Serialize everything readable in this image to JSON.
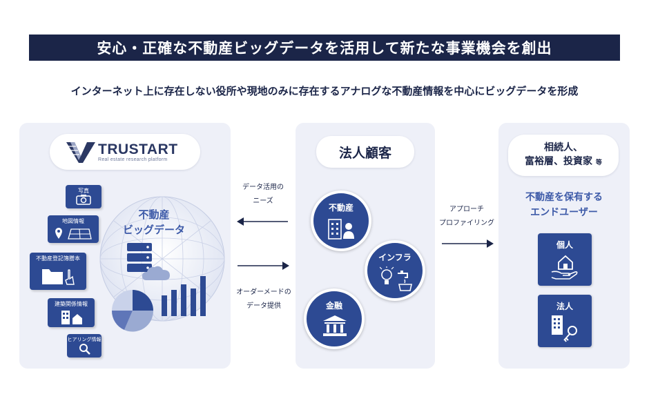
{
  "header": {
    "title": "安心・正確な不動産ビッグデータを活用して新たな事業機会を創出",
    "subtitle": "インターネット上に存在しない役所や現地のみに存在するアナログな不動産情報を中心にビッグデータを形成"
  },
  "left": {
    "logo_name": "TRUSTART",
    "logo_tagline": "Real estate research platform",
    "bigdata_line1": "不動産",
    "bigdata_line2": "ビッグデータ",
    "sources": [
      {
        "label": "写真",
        "icon": "camera-icon"
      },
      {
        "label": "地図情報",
        "icon": "map-icon"
      },
      {
        "label": "不動産登記簿謄本",
        "icon": "folder-icon"
      },
      {
        "label": "建築関係情報",
        "icon": "building-icon"
      },
      {
        "label": "ヒアリング情報",
        "icon": "search-icon"
      }
    ]
  },
  "flow_left": {
    "top_line1": "データ活用の",
    "top_line2": "ニーズ",
    "bottom_line1": "オーダーメードの",
    "bottom_line2": "データ提供"
  },
  "middle": {
    "title": "法人顧客",
    "clients": [
      {
        "label": "不動産",
        "icon": "office-person-icon"
      },
      {
        "label": "インフラ",
        "icon": "bulb-faucet-icon"
      },
      {
        "label": "金融",
        "icon": "bank-icon"
      }
    ]
  },
  "flow_right": {
    "line1": "アプローチ",
    "line2": "プロファイリング"
  },
  "right": {
    "title_line1": "相続人、",
    "title_line2": "富裕層、投資家",
    "title_suffix": "等",
    "enduser_line1": "不動産を保有する",
    "enduser_line2": "エンドユーザー",
    "boxes": [
      {
        "label": "個人",
        "icon": "house-hand-icon"
      },
      {
        "label": "法人",
        "icon": "building-key-icon"
      }
    ]
  },
  "colors": {
    "navy": "#1b2548",
    "accent": "#2d4a93",
    "highlight": "#3d5aa8",
    "panel": "#eef0f8"
  }
}
